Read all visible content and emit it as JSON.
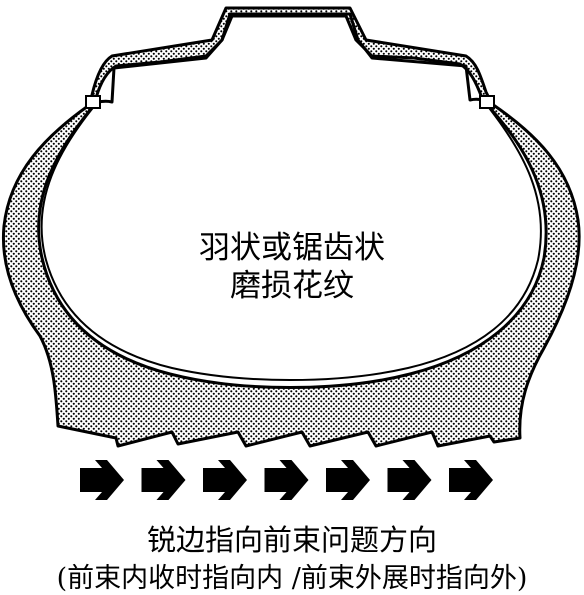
{
  "diagram": {
    "center_label": {
      "line1": "羽状或锯齿状",
      "line2": "磨损花纹"
    },
    "caption": {
      "line1": "锐边指向前束问题方向",
      "line2": "(前束内收时指向内 /前束外展时指向外)"
    },
    "arrow_count": 7,
    "tooth_count": 7,
    "colors": {
      "ink": "#000000",
      "paper": "#ffffff"
    }
  }
}
